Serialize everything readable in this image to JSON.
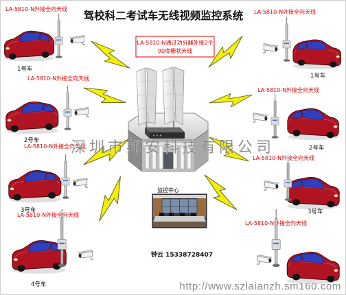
{
  "title": "驾校科二考试车无线视频监控系统",
  "center_note": {
    "line1": "LA-5810-N通过功分器外接2个",
    "line2": "90度栅状天线"
  },
  "left_cars": [
    {
      "antenna_label": "LA-5810-N外接全向天线",
      "car_label": "1号车"
    },
    {
      "antenna_label": "LA-5810-N外接全向天线",
      "car_label": "2号车"
    },
    {
      "antenna_label": "LA-5810-N外接全向天线",
      "car_label": "3号车"
    },
    {
      "antenna_label": "LA-5810-N外接全向天线",
      "car_label": "4号车"
    }
  ],
  "right_cars": [
    {
      "antenna_label": "LA-5810-N外接全向天线",
      "car_label": "1号车"
    },
    {
      "antenna_label": "LA-5810-N外接全向天线",
      "car_label": "2号车"
    },
    {
      "antenna_label": "LA-5810-N外接全向天线",
      "car_label": "3号车"
    },
    {
      "antenna_label": "LA-5810-N外接全向天线"
    }
  ],
  "monitor_center": {
    "label": "监控中心"
  },
  "contact": "钟云 15338728407",
  "watermark": {
    "company": "深圳市邦安科技有限公司",
    "url": "http://www.szlaianzh.sm160.com"
  },
  "icons": {
    "vehicle": "car-icon",
    "vehicle_antenna": "omni-antenna-icon",
    "vehicle_camera": "camera-icon",
    "wireless_link": "lightning-bolt-icon",
    "base_antenna": "sector-antenna-icon",
    "base_device": "wireless-bridge-icon",
    "base_building": "building-icon",
    "monitor_room": "control-room-photo"
  },
  "colors": {
    "car_body": "#b01422",
    "car_window": "#2e3fbf",
    "wireless_link": "#f4ef00",
    "label_red": "#e00000",
    "title": "#111111",
    "watermark": "#7d7d7d"
  }
}
